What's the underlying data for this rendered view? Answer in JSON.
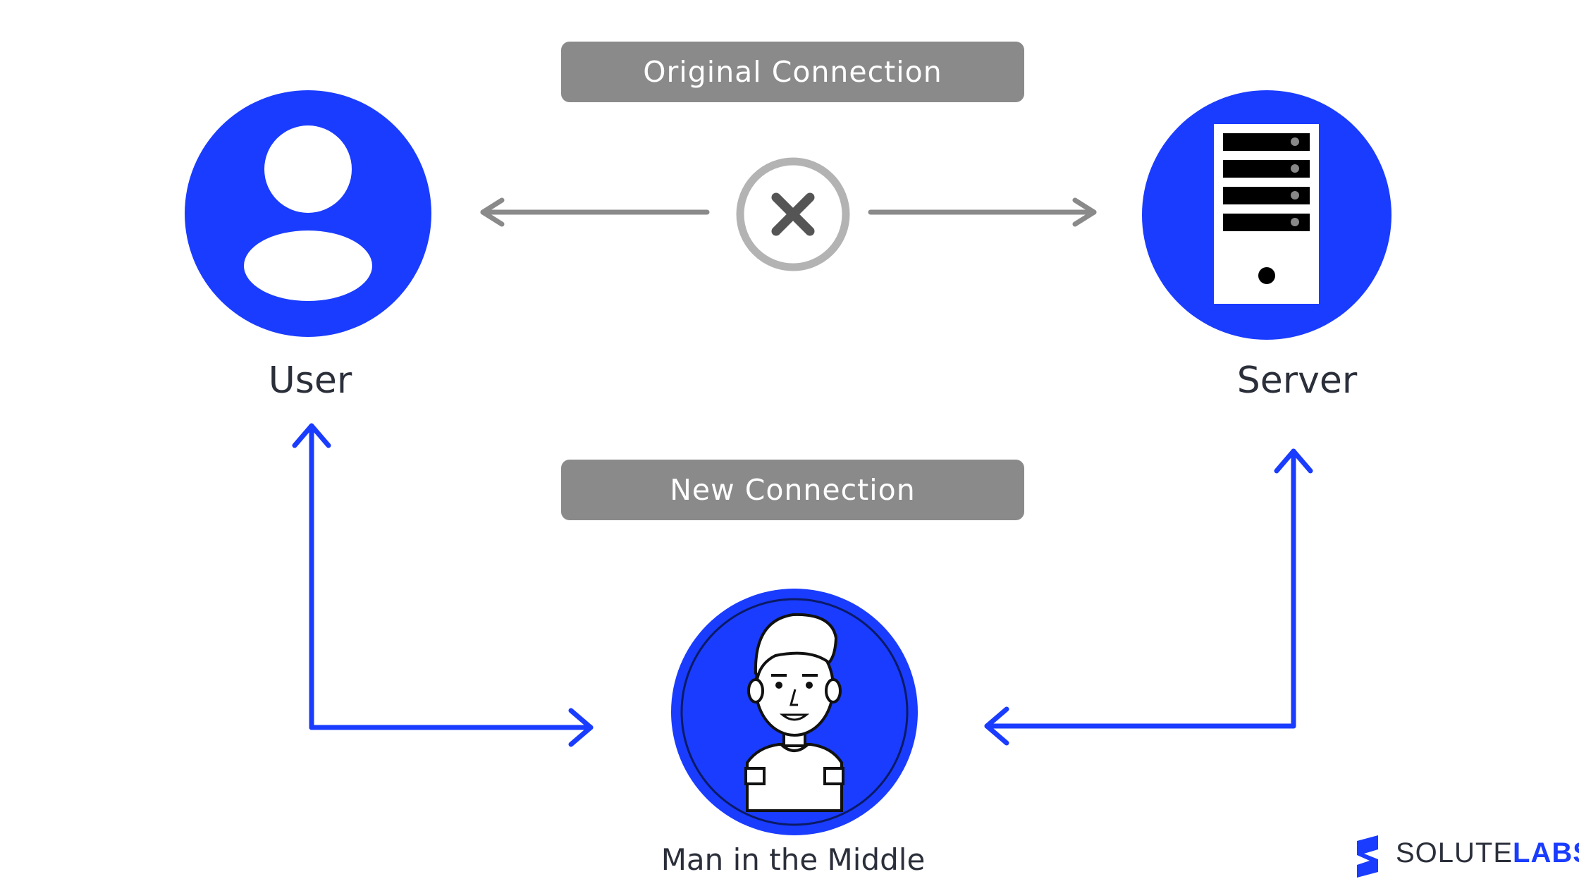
{
  "colors": {
    "accent": "#1a3cff",
    "gray": "#8a8a8a",
    "dark": "#2b2f3a"
  },
  "diagram": {
    "original_connection_label": "Original Connection",
    "new_connection_label": "New Connection",
    "user_label": "User",
    "server_label": "Server",
    "mitm_label": "Man in the Middle",
    "blocked_icon": "x-circle-icon"
  },
  "brand": {
    "logo_icon": "solutelabs-logo-icon",
    "name_light": "SOLUTE",
    "name_bold": "LABS"
  }
}
